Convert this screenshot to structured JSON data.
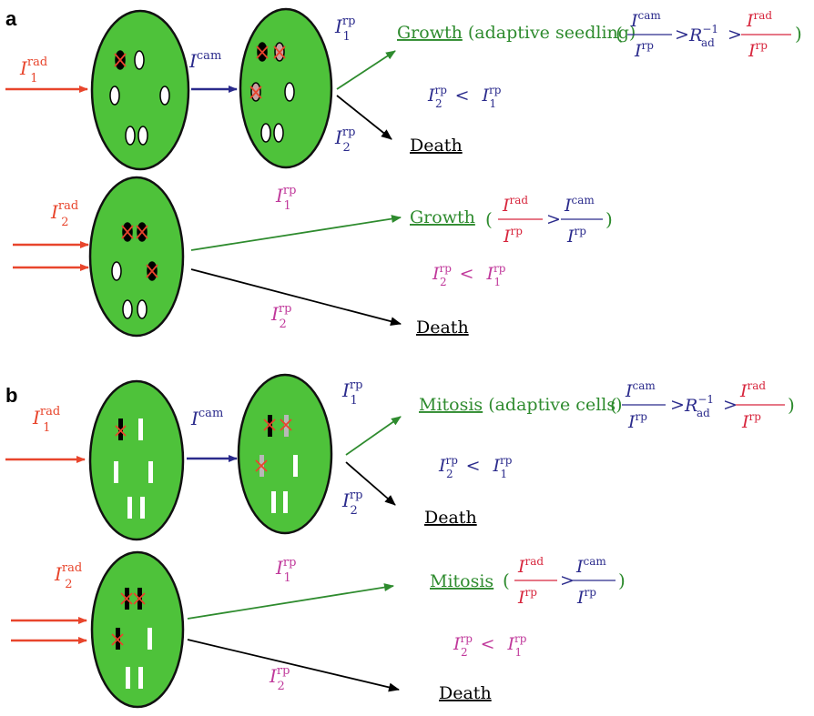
{
  "panels": [
    {
      "letter": "a",
      "rows": [
        {
          "intensity": "I",
          "intensity_sup": "rad",
          "intensity_sub": "1",
          "transfer": "I",
          "transfer_sup": "cam",
          "mark": "dot",
          "branch_up": {
            "I": "I",
            "sup": "rp",
            "sub": "1"
          },
          "branch_down": {
            "I": "I",
            "sup": "rp",
            "sub": "2"
          },
          "outcome_label": "Growth",
          "outcome_note": "(adaptive seedling)",
          "death": "Death",
          "inequality": {
            "left_I": "I",
            "left_sup": "rp",
            "left_sub": "2",
            "op": "<",
            "right_I": "I",
            "right_sup": "rp",
            "right_sub": "1"
          },
          "formula": {
            "open": "(",
            "f1_num": "I",
            "f1_num_sup": "cam",
            "f1_den": "I",
            "f1_den_sup": "rp",
            "op1": ">",
            "mid": "R",
            "mid_sub": "ad",
            "mid_sup": "−1",
            "op2": ">",
            "f2_num": "I",
            "f2_num_sup": "rad",
            "f2_den": "I",
            "f2_den_sup": "rp",
            "close": ")"
          }
        },
        {
          "intensity": "I",
          "intensity_sup": "rad",
          "intensity_sub": "2",
          "branch_up": {
            "I": "I",
            "sup": "rp",
            "sub": "1"
          },
          "branch_down": {
            "I": "I",
            "sup": "rp",
            "sub": "2"
          },
          "outcome_label": "Growth",
          "death": "Death",
          "inequality": {
            "left_I": "I",
            "left_sup": "rp",
            "left_sub": "2",
            "op": "<",
            "right_I": "I",
            "right_sup": "rp",
            "right_sub": "1"
          },
          "formula": {
            "open": "(",
            "f1_num": "I",
            "f1_num_sup": "rad",
            "f1_den": "I",
            "f1_den_sup": "rp",
            "op1": ">",
            "f2_num": "I",
            "f2_num_sup": "cam",
            "f2_den": "I",
            "f2_den_sup": "rp",
            "close": ")"
          }
        }
      ]
    },
    {
      "letter": "b",
      "rows": [
        {
          "intensity": "I",
          "intensity_sup": "rad",
          "intensity_sub": "1",
          "transfer": "I",
          "transfer_sup": "cam",
          "mark": "bar",
          "branch_up": {
            "I": "I",
            "sup": "rp",
            "sub": "1"
          },
          "branch_down": {
            "I": "I",
            "sup": "rp",
            "sub": "2"
          },
          "outcome_label": "Mitosis",
          "outcome_note": "(adaptive cells)",
          "death": "Death",
          "inequality": {
            "left_I": "I",
            "left_sup": "rp",
            "left_sub": "2",
            "op": "<",
            "right_I": "I",
            "right_sup": "rp",
            "right_sub": "1"
          },
          "formula": {
            "open": "(",
            "f1_num": "I",
            "f1_num_sup": "cam",
            "f1_den": "I",
            "f1_den_sup": "rp",
            "op1": ">",
            "mid": "R",
            "mid_sub": "ad",
            "mid_sup": "−1",
            "op2": ">",
            "f2_num": "I",
            "f2_num_sup": "rad",
            "f2_den": "I",
            "f2_den_sup": "rp",
            "close": ")"
          }
        },
        {
          "intensity": "I",
          "intensity_sup": "rad",
          "intensity_sub": "2",
          "branch_up": {
            "I": "I",
            "sup": "rp",
            "sub": "1"
          },
          "branch_down": {
            "I": "I",
            "sup": "rp",
            "sub": "2"
          },
          "outcome_label": "Mitosis",
          "death": "Death",
          "inequality": {
            "left_I": "I",
            "left_sup": "rp",
            "left_sub": "2",
            "op": "<",
            "right_I": "I",
            "right_sup": "rp",
            "right_sub": "1"
          },
          "formula": {
            "open": "(",
            "f1_num": "I",
            "f1_num_sup": "rad",
            "f1_den": "I",
            "f1_den_sup": "rp",
            "op1": ">",
            "f2_num": "I",
            "f2_num_sup": "cam",
            "f2_den": "I",
            "f2_den_sup": "rp",
            "close": ")"
          }
        }
      ]
    }
  ],
  "colors": {
    "cell_fill": "#4ec23a",
    "cell_stroke": "#111111",
    "radiation": "#e8452c",
    "camouflage": "#2b2b8c",
    "growth": "#2e8b2e",
    "death": "#000000",
    "magenta": "#c0399b",
    "damage": "#e8452c",
    "damaged_bar": "#b8b8b8"
  }
}
